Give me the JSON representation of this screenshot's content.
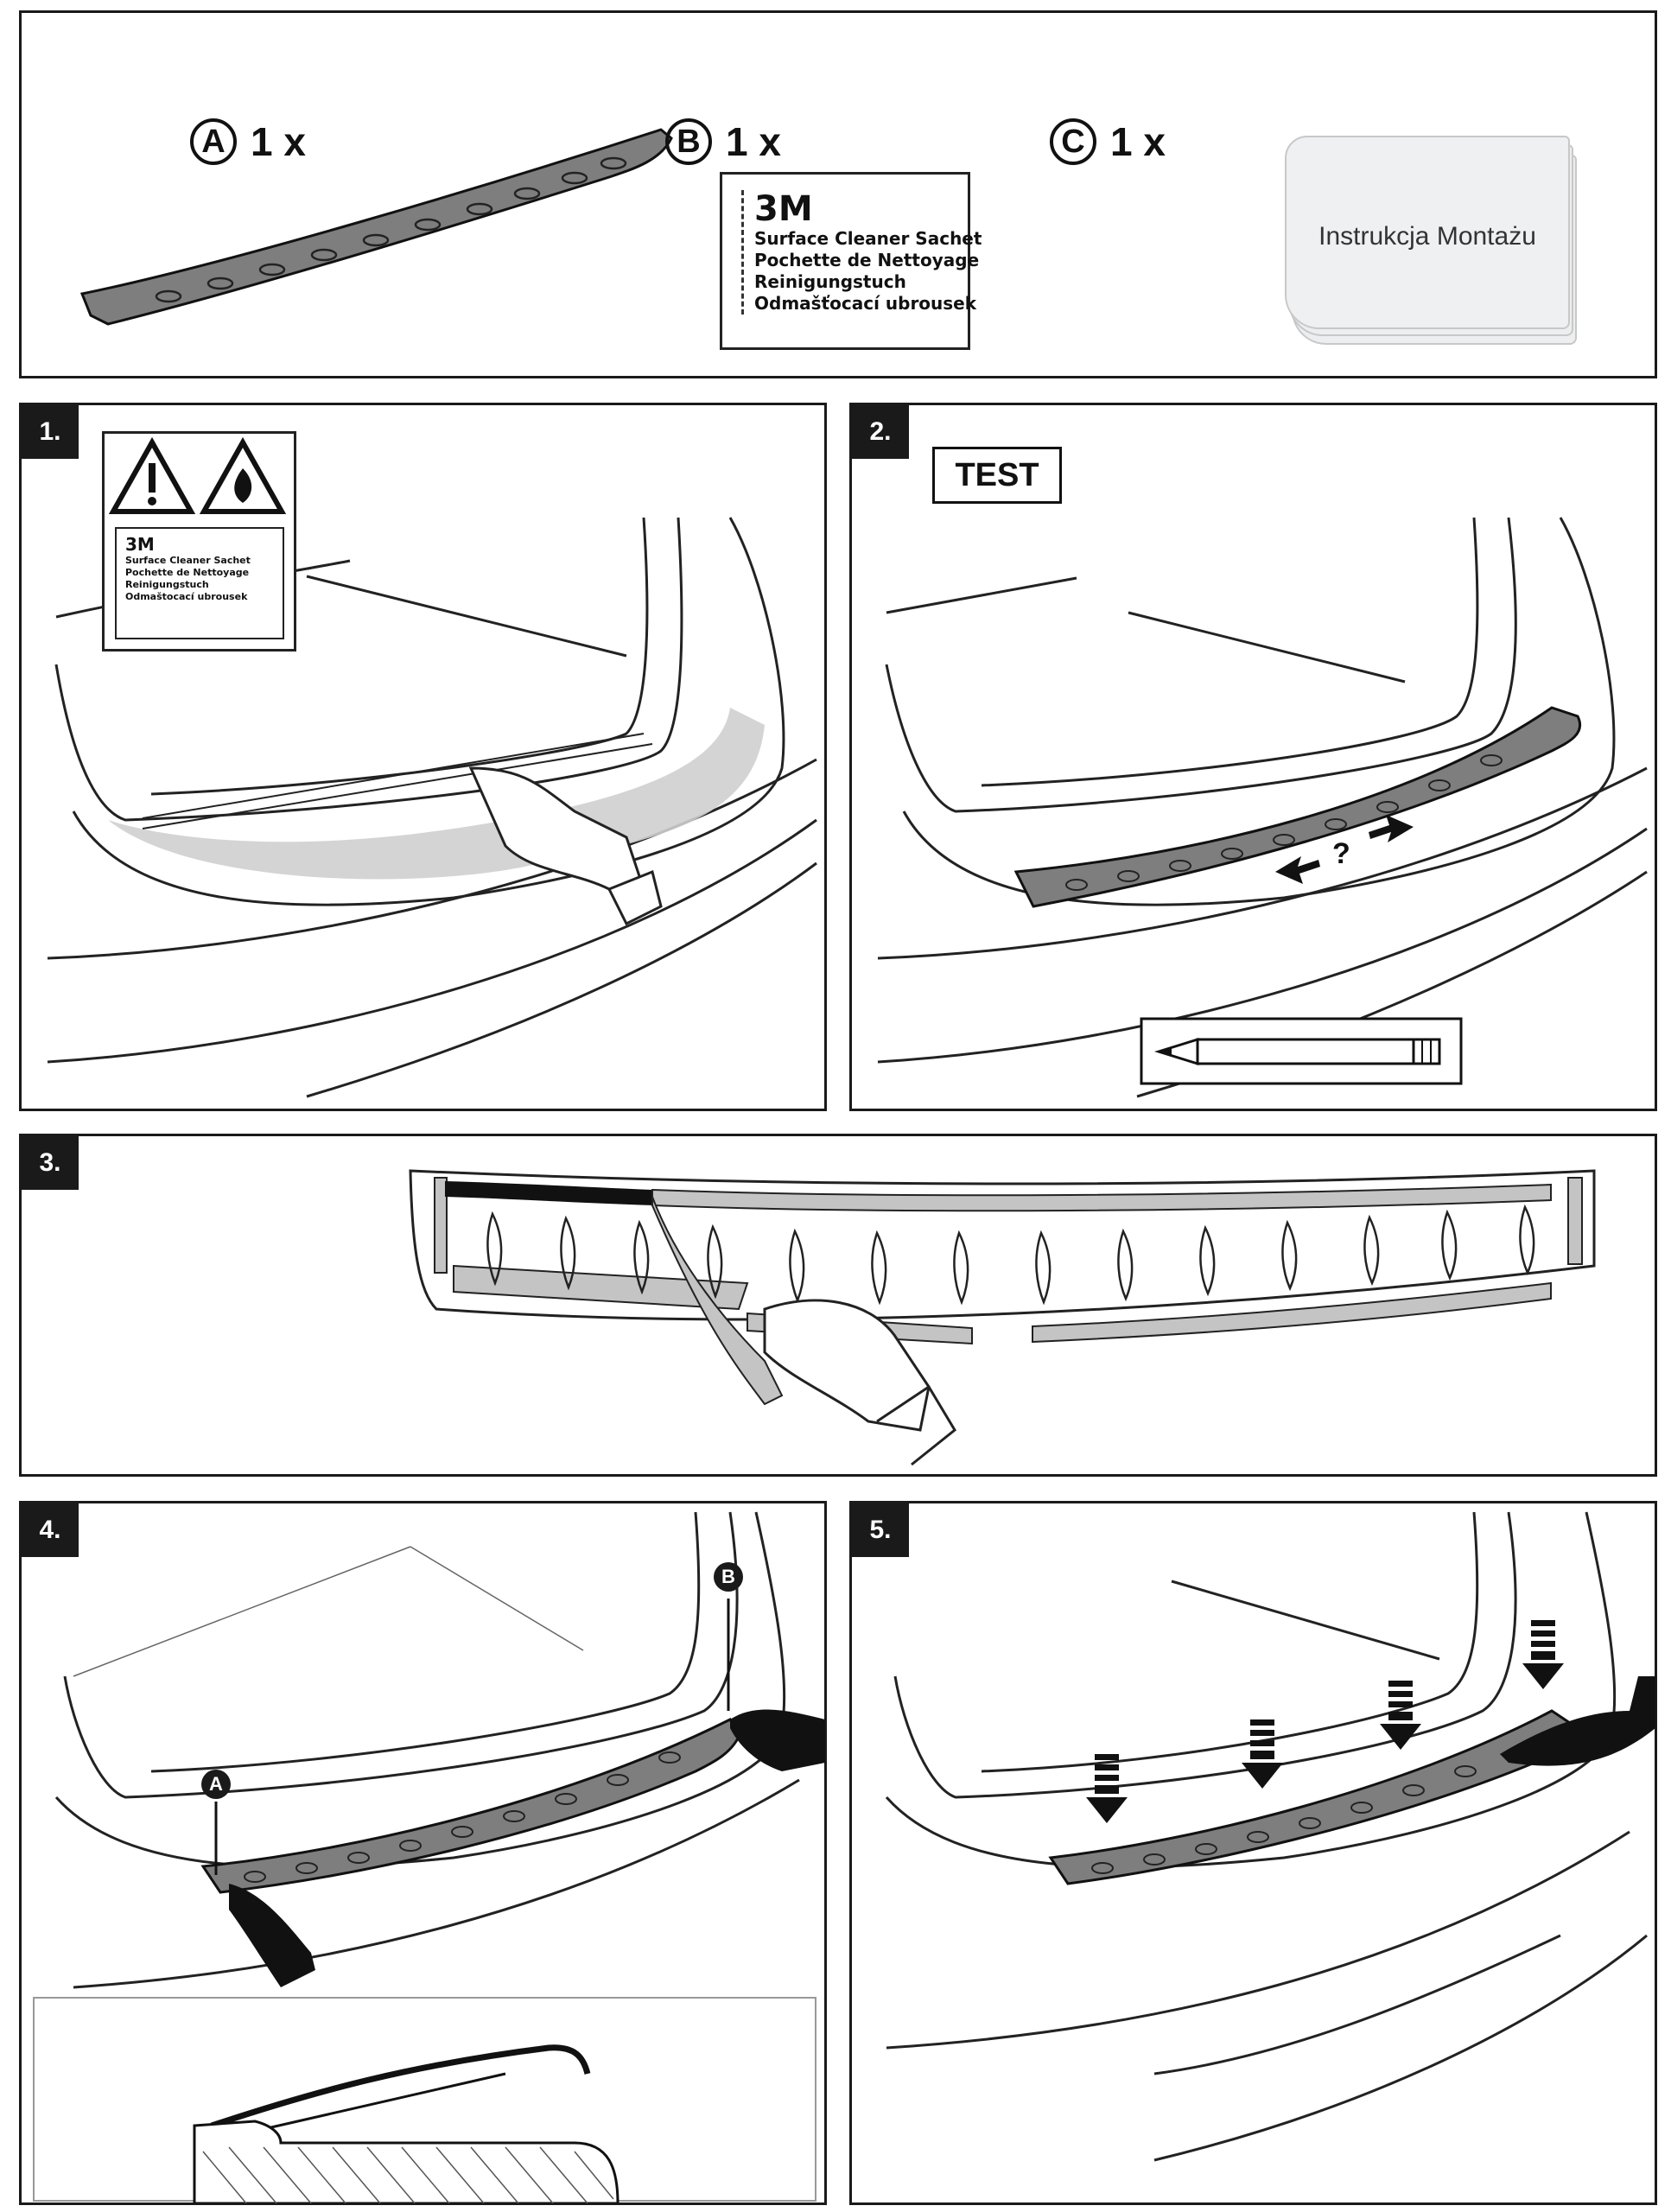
{
  "parts": {
    "a": {
      "letter": "A",
      "qty": "1 x"
    },
    "b": {
      "letter": "B",
      "qty": "1 x",
      "sachet": {
        "brand": "3M",
        "lines": [
          "Surface Cleaner Sachet",
          "Pochette de Nettoyage",
          "Reinigungstuch",
          "Odmašťocací ubrousek"
        ]
      }
    },
    "c": {
      "letter": "C",
      "qty": "1 x",
      "manual_label": "Instrukcja Montażu"
    }
  },
  "steps": {
    "s1": {
      "num": "1.",
      "sachet": {
        "brand": "3M",
        "lines": [
          "Surface Cleaner Sachet",
          "Pochette de Nettoyage",
          "Reinigungstuch",
          "Odmaštocací ubrousek"
        ]
      }
    },
    "s2": {
      "num": "2.",
      "test_label": "TEST",
      "question": "?"
    },
    "s3": {
      "num": "3."
    },
    "s4": {
      "num": "4.",
      "marker_a": "A",
      "marker_b": "B"
    },
    "s5": {
      "num": "5."
    }
  },
  "colors": {
    "trim": "#7e7e7e",
    "tape": "#c4c4c4",
    "shadow": "#cfcfcf",
    "ink": "#1a1a1a"
  }
}
